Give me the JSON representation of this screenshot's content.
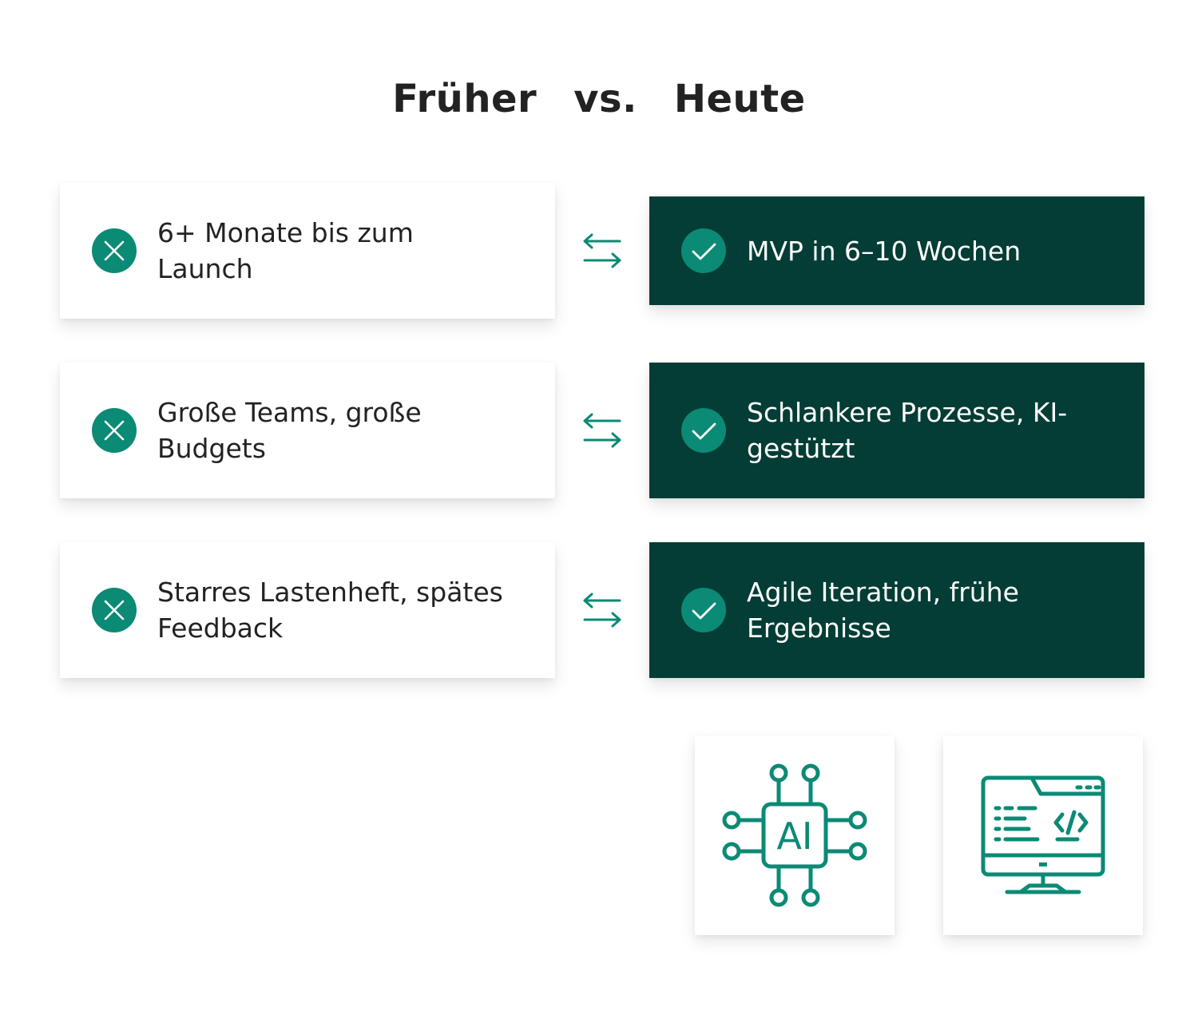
{
  "header": {
    "left": "Früher",
    "separator": "vs.",
    "right": "Heute"
  },
  "rows": [
    {
      "old": "6+ Monate bis zum Launch",
      "new": "MVP in 6–10 Wochen"
    },
    {
      "old": "Große Teams, große Budgets",
      "new": "Schlankere Prozesse, KI-gestützt"
    },
    {
      "old": "Starres Lastenheft, spätes Feedback",
      "new": "Agile Iteration, frühe Ergebnisse"
    }
  ],
  "icons": {
    "ai_chip_text": "AI",
    "old_marker": "x-icon",
    "new_marker": "check-icon",
    "compare": "swap-arrows-icon",
    "tile_left": "ai-chip-icon",
    "tile_right": "code-monitor-icon"
  },
  "colors": {
    "accent": "#0b8a75",
    "dark": "#033d35",
    "text": "#222222"
  }
}
